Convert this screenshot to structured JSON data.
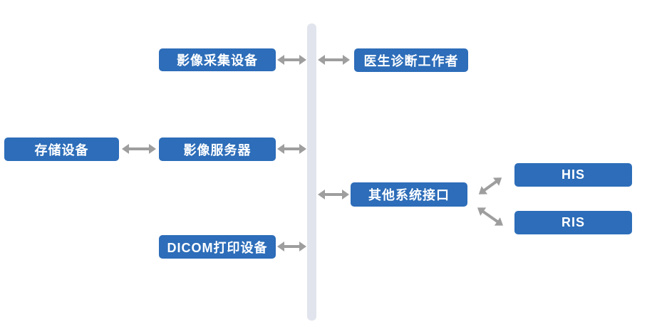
{
  "colors": {
    "box_blue": "#2d6db9",
    "bus_gray": "#e1e4ed",
    "arrow_gray": "#9e9e9e",
    "label_white": "#ffffff",
    "background": "#ffffff"
  },
  "diagram": {
    "nodes": [
      {
        "id": "image-acquisition-device",
        "label": "影像采集设备"
      },
      {
        "id": "doctor-diagnosis-worker",
        "label": "医生诊断工作者"
      },
      {
        "id": "storage-device",
        "label": "存储设备"
      },
      {
        "id": "image-server",
        "label": "影像服务器"
      },
      {
        "id": "other-system-interface",
        "label": "其他系统接口"
      },
      {
        "id": "his-system",
        "label": "HIS"
      },
      {
        "id": "ris-system",
        "label": "RIS"
      },
      {
        "id": "dicom-print-device",
        "label": "DICOM打印设备"
      }
    ],
    "bus": {
      "id": "network-bus"
    },
    "connections": [
      {
        "from": "image-acquisition-device",
        "to": "network-bus",
        "type": "bidirectional"
      },
      {
        "from": "network-bus",
        "to": "doctor-diagnosis-worker",
        "type": "bidirectional"
      },
      {
        "from": "storage-device",
        "to": "image-server",
        "type": "bidirectional"
      },
      {
        "from": "image-server",
        "to": "network-bus",
        "type": "bidirectional"
      },
      {
        "from": "network-bus",
        "to": "other-system-interface",
        "type": "bidirectional"
      },
      {
        "from": "dicom-print-device",
        "to": "network-bus",
        "type": "bidirectional"
      },
      {
        "from": "other-system-interface",
        "to": "his-system",
        "type": "bidirectional"
      },
      {
        "from": "other-system-interface",
        "to": "ris-system",
        "type": "bidirectional"
      }
    ]
  }
}
